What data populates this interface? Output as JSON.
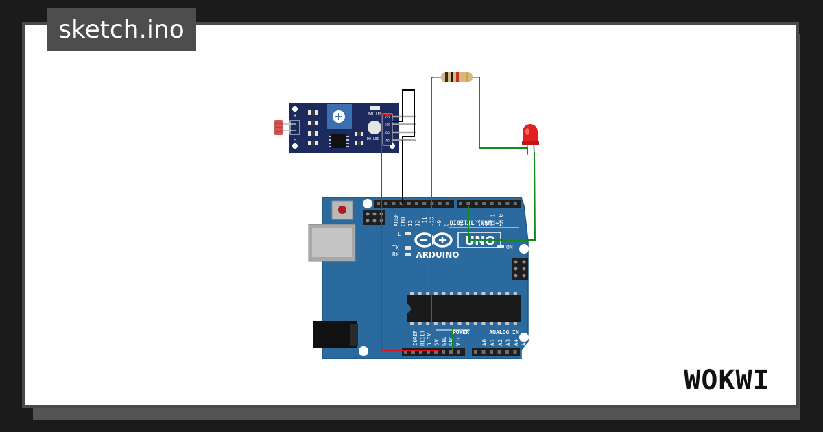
{
  "header": {
    "filename": "sketch.ino"
  },
  "brand": {
    "name": "WOKWI"
  },
  "ldr_module": {
    "labels": {
      "power_led": "PWR LED",
      "do_led": "DO LED",
      "plus": "+",
      "minus": "-"
    },
    "pins": [
      "VCC",
      "GND",
      "DO",
      "AO"
    ]
  },
  "arduino": {
    "brand": "ARDUINO",
    "model": "UNO",
    "digital_header": "DIGITAL (PWM ~)",
    "digital_pins": [
      "AREF",
      "GND",
      "13",
      "12",
      "~11",
      "~10",
      "~9",
      "8",
      "7",
      "~6",
      "~5",
      "4",
      "~3",
      "2",
      "TX 1",
      "RX 0"
    ],
    "power_header": "POWER",
    "power_pins": [
      "IOREF",
      "RESET",
      "3.3V",
      "5V",
      "GND",
      "GND",
      "Vin"
    ],
    "analog_header": "ANALOG IN",
    "analog_pins": [
      "A0",
      "A1",
      "A2",
      "A3",
      "A4",
      "A5"
    ],
    "led_labels": {
      "l": "L",
      "tx": "TX",
      "rx": "RX",
      "on": "ON"
    }
  },
  "colors": {
    "page_bg": "#1b1b1b",
    "card_bg": "#ffffff",
    "board": "#2b6a9f",
    "module": "#1c2a5e",
    "wire_red": "#e0101c",
    "wire_black": "#000000",
    "wire_green": "#16891d"
  }
}
